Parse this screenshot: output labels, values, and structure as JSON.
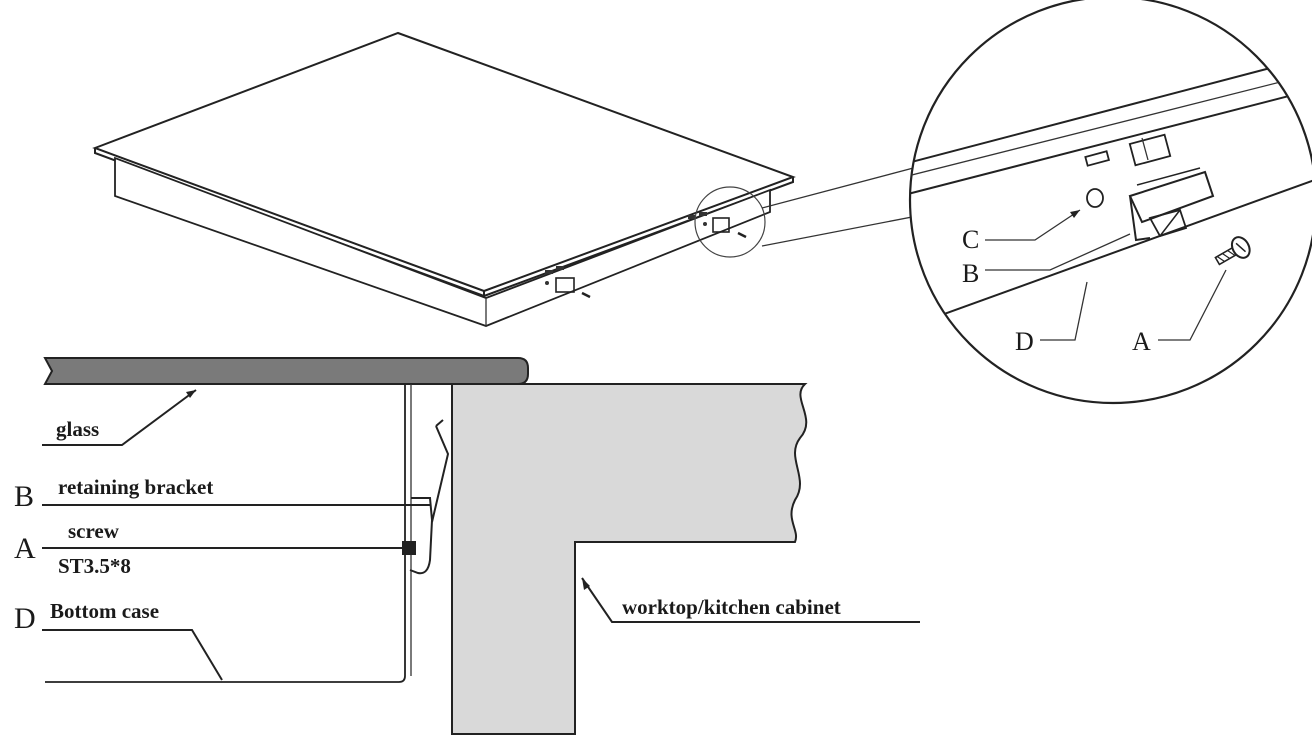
{
  "detail_callouts": {
    "C": "C",
    "B": "B",
    "D": "D",
    "A": "A"
  },
  "section_labels": {
    "glass": "glass",
    "retaining_bracket_letter": "B",
    "retaining_bracket": "retaining bracket",
    "screw_letter": "A",
    "screw": "screw",
    "screw_spec": "ST3.5*8",
    "bottom_case_letter": "D",
    "bottom_case": "Bottom case",
    "worktop": "worktop/kitchen cabinet"
  },
  "colors": {
    "line": "#222222",
    "glass_fill": "#7a7a7a",
    "worktop_fill": "#d9d9d9"
  }
}
